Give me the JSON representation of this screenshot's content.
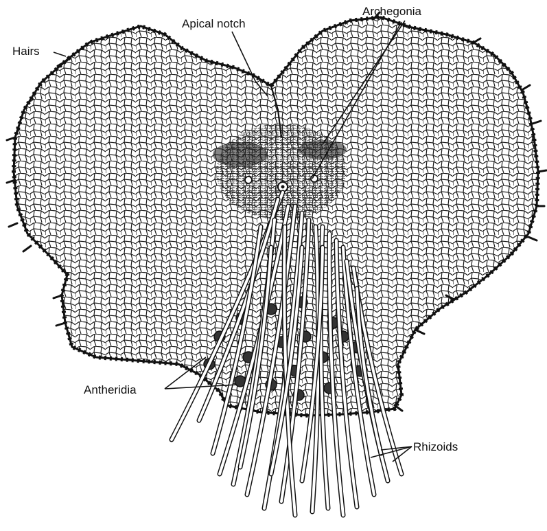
{
  "labels": {
    "hairs": "Hairs",
    "apical_notch": "Apical notch",
    "archegonia": "Archegonia",
    "antheridia": "Antheridia",
    "rhizoids": "Rhizoids"
  },
  "colors": {
    "ink": "#111111",
    "paper": "#ffffff"
  }
}
